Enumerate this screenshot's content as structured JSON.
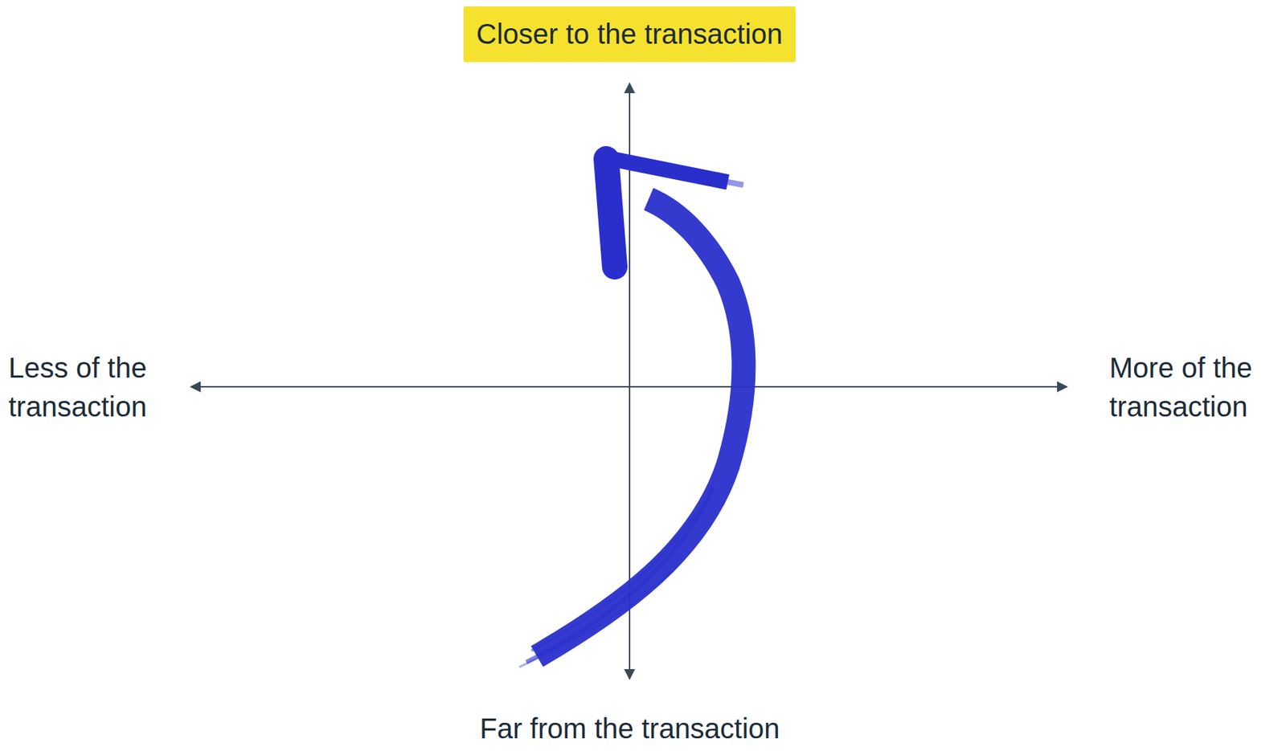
{
  "diagram": {
    "nodes": [
      {
        "text": [
          "Closer to the transaction"
        ]
      }
    ],
    "labels": [
      "Less of the transaction",
      "More of the transaction",
      "Far from the transaction"
    ]
  }
}
